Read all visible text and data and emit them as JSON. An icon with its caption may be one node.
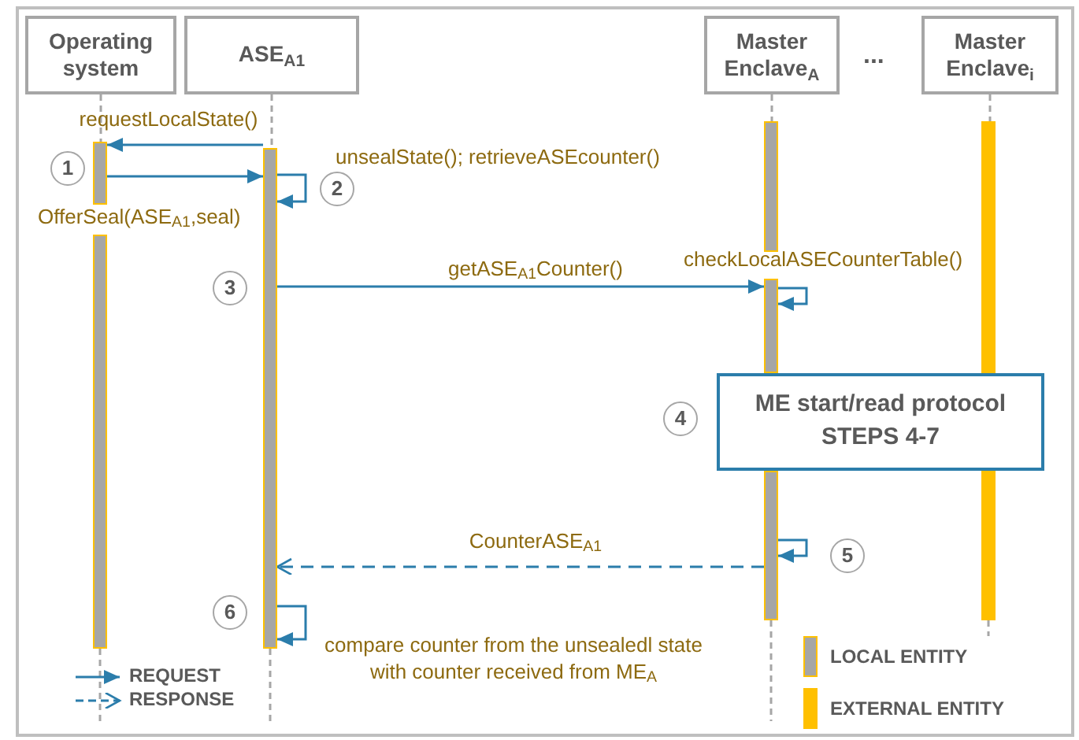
{
  "diagram": {
    "nodes": [
      {
        "text": [
          "Operating system"
        ]
      },
      {
        "text": [
          "ASE$_{A1}$"
        ]
      },
      {
        "text": [
          "Master Enclave$_{A}$"
        ]
      },
      {
        "text": [
          "Master Enclave$_{i}$"
        ]
      },
      {
        "text": [],
        "shape": "bar"
      },
      {
        "text": [],
        "shape": "bar"
      },
      {
        "text": [],
        "shape": "bar"
      },
      {
        "text": [],
        "shape": "bar"
      },
      {
        "text": [
          "ME start/read protocol",
          "STEPS 4-7"
        ]
      },
      {
        "text": [
          "1"
        ]
      },
      {
        "text": [
          "2"
        ]
      },
      {
        "text": [
          "3"
        ]
      },
      {
        "text": [
          "4"
        ]
      },
      {
        "text": [
          "5"
        ]
      },
      {
        "text": [
          "6"
        ]
      }
    ],
    "edges": [
      {
        "from": 0,
        "to": 4,
        "arrow": "none",
        "style": "dashed"
      },
      {
        "from": 1,
        "to": 5,
        "arrow": "none",
        "style": "dashed"
      },
      {
        "from": 2,
        "to": 6,
        "arrow": "none",
        "style": "dashed"
      },
      {
        "from": 3,
        "to": 7,
        "arrow": "none",
        "style": "dashed"
      },
      {
        "from": 4,
        "to": null,
        "arrow": "none",
        "style": "dashed"
      },
      {
        "from": 5,
        "to": null,
        "arrow": "none",
        "style": "dashed"
      },
      {
        "from": 6,
        "to": null,
        "arrow": "none",
        "style": "dashed"
      },
      {
        "from": 7,
        "to": null,
        "arrow": "none",
        "style": "dashed"
      },
      {
        "from": 5,
        "to": 4,
        "arrow": "to",
        "color": "#2b7dab",
        "label": "requestLocalState()"
      },
      {
        "from": 4,
        "to": 5,
        "arrow": "to",
        "color": "#2b7dab",
        "label": "OfferSeal(ASE$_{A1}$,seal)"
      },
      {
        "from": 5,
        "to": 5,
        "arrow": "to",
        "color": "#2b7dab",
        "label": "unsealState(); retrieveASEcounter()"
      },
      {
        "from": 5,
        "to": 6,
        "arrow": "to",
        "color": "#2b7dab",
        "label": "getASE$_{A1}$Counter()"
      },
      {
        "from": 6,
        "to": 6,
        "arrow": "to",
        "color": "#2b7dab",
        "label": "checkLocalASECounterTable()"
      },
      {
        "from": 6,
        "to": 6,
        "arrow": "to",
        "color": "#2b7dab"
      },
      {
        "from": 6,
        "to": 5,
        "arrow": "to",
        "style": "dashed",
        "color": "#2b7dab",
        "label": "CounterASE$_{A1}$"
      },
      {
        "from": 5,
        "to": 5,
        "arrow": "to",
        "color": "#2b7dab",
        "label": "compare counter from the unsealedl state with counter received from ME$_{A}$"
      }
    ],
    "labels": [
      "..."
    ],
    "legend": [
      {
        "text": "REQUEST"
      },
      {
        "text": "RESPONSE"
      },
      {
        "text": "LOCAL ENTITY",
        "color": "#a6a6a6"
      },
      {
        "text": "EXTERNAL ENTITY",
        "color": "#ffc000"
      }
    ]
  }
}
